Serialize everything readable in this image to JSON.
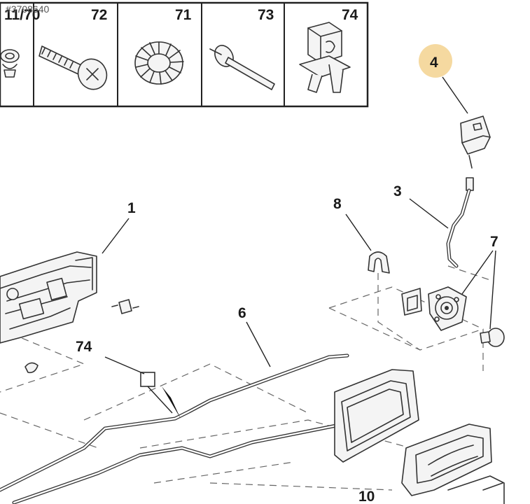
{
  "reference_code": "#3708640",
  "highlight_color": "#f5d9a0",
  "header_cells": [
    {
      "label": "11/70"
    },
    {
      "label": "72"
    },
    {
      "label": "71"
    },
    {
      "label": "73"
    },
    {
      "label": "74"
    }
  ],
  "callouts": {
    "c4": "4",
    "c3": "3",
    "c1": "1",
    "c8": "8",
    "c7": "7",
    "c6": "6",
    "c74": "74",
    "c10": "10"
  }
}
